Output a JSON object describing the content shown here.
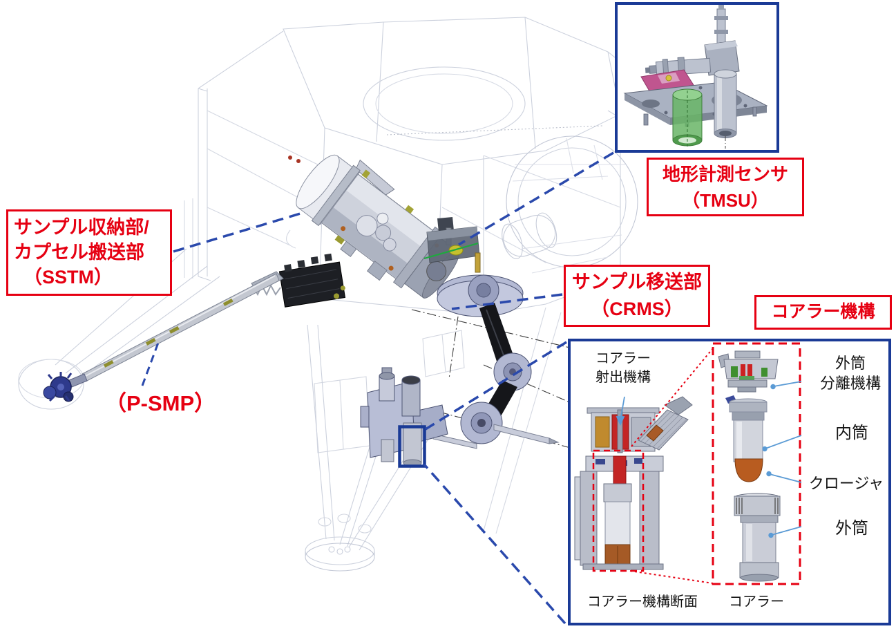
{
  "colors": {
    "label_red": "#e60012",
    "inset_border_blue": "#1a3a96",
    "connector_blue": "#2a49ac",
    "leader_blue": "#5b9bd5",
    "text_black": "#151515"
  },
  "labels": {
    "sstm": {
      "line1": "サンプル収納部/",
      "line2": "カプセル搬送部",
      "line3": "（SSTM）"
    },
    "psmp": {
      "text": "（P-SMP）"
    },
    "crms": {
      "line1": "サンプル移送部",
      "line2": "（CRMS）"
    },
    "tmsu": {
      "line1": "地形計測センサ",
      "line2": "（TMSU）"
    },
    "corer_box_title": {
      "text": "コアラー機構"
    }
  },
  "corer_inset": {
    "ejection_label": {
      "line1": "コアラー",
      "line2": "射出機構"
    },
    "cross_section_caption": {
      "text": "コアラー機構断面"
    },
    "corer_caption": {
      "text": "コアラー"
    },
    "part_labels": {
      "outer_tube_separation": {
        "line1": "外筒",
        "line2": "分離機構"
      },
      "inner_tube": {
        "text": "内筒"
      },
      "closure": {
        "text": "クロージャ"
      },
      "outer_tube": {
        "text": "外筒"
      }
    }
  }
}
